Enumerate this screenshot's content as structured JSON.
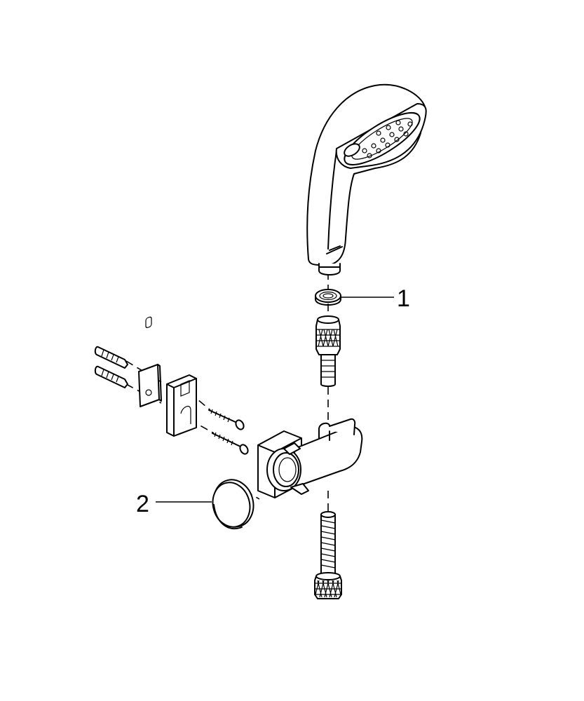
{
  "callouts": [
    {
      "number": "1",
      "part": "seal-washer"
    },
    {
      "number": "2",
      "part": "cover-cap"
    }
  ],
  "colors": {
    "line": "#000000",
    "background": "#ffffff"
  }
}
